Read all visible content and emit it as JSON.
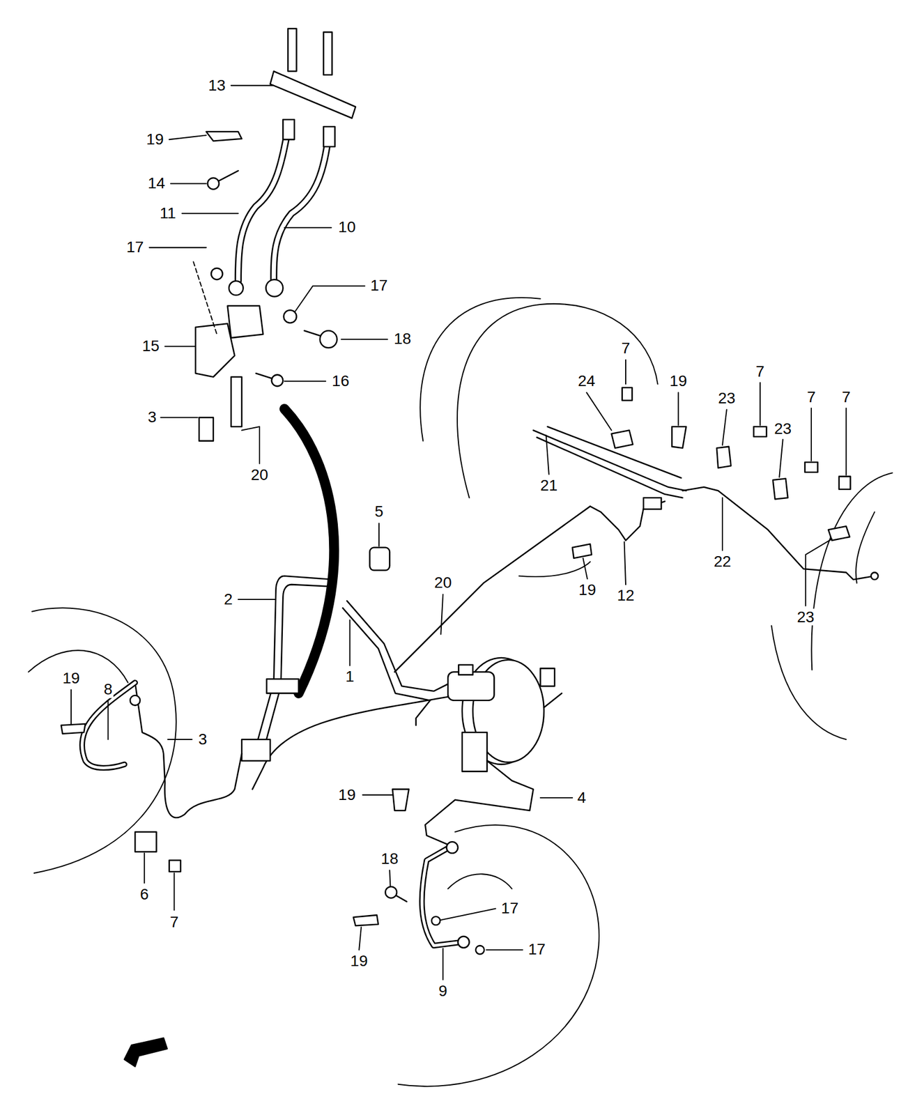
{
  "diagram": {
    "labels": [
      "13",
      "19",
      "14",
      "11",
      "10",
      "17",
      "17",
      "18",
      "15",
      "16",
      "3",
      "20",
      "7",
      "24",
      "19",
      "23",
      "7",
      "7",
      "23",
      "7",
      "21",
      "5",
      "22",
      "19",
      "12",
      "20",
      "2",
      "23",
      "1",
      "19",
      "8",
      "3",
      "19",
      "4",
      "6",
      "7",
      "18",
      "17",
      "17",
      "19",
      "9"
    ]
  }
}
